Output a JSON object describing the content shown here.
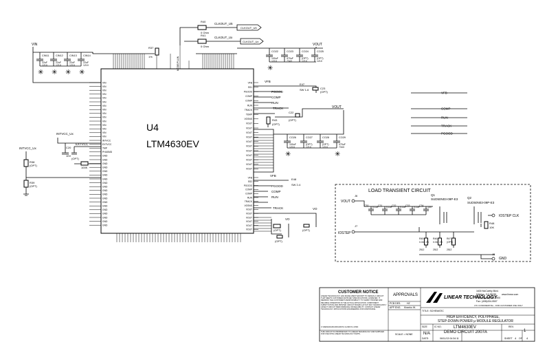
{
  "chip": {
    "ref": "U4",
    "part": "LTM4630EV",
    "left_pins": [
      "VIN",
      "VIN",
      "VIN",
      "VIN",
      "VIN",
      "VIN",
      "VIN",
      "VIN",
      "VIN",
      "VIN",
      "VIN",
      "VIN",
      "VIN",
      "VIN",
      "VIN",
      "INTVCC",
      "EXTVCC",
      "TMP",
      "PHASMD",
      "GND",
      "GND",
      "GND",
      "GND",
      "GND",
      "GND",
      "GND",
      "GND",
      "GND",
      "GND",
      "GND",
      "GND",
      "GND",
      "GND",
      "GND",
      "GND",
      "GND",
      "GND",
      "GND"
    ],
    "right_pins_top": [
      "VFB",
      "SS1",
      "PGOOD",
      "COMP",
      "COMP",
      "RUN",
      "TRACK",
      "TEMP",
      "VOSNS",
      "VOUT",
      "VOUT",
      "VOUT",
      "VOUT",
      "VOUT",
      "VOUT",
      "VOUT",
      "VOUT",
      "VOUT",
      "VOUT",
      "VOUT"
    ],
    "right_pins_bot": [
      "VFB",
      "SS2",
      "PGOOD",
      "COMP",
      "COMP",
      "RUN",
      "TRACK",
      "VOSNS",
      "VOUT",
      "VOUT",
      "VOUT",
      "VOUT",
      "VOUT",
      "VOUT"
    ],
    "top_label": "MODE/PLLIN"
  },
  "nets": {
    "vin": "VIN",
    "vout": "VOUT",
    "vfb": "VFB",
    "pgood": "PGOOD",
    "comp": "COMP",
    "run": "RUN",
    "track": "TRACK",
    "intvcc": "INTVCC_Ux",
    "extvcc": "EXTVCC",
    "clkout1": "CLKOUT_U5",
    "clkout2": "CLKOUT_Ux",
    "vo": "VO"
  },
  "components": {
    "cin": [
      {
        "ref": "CIN11",
        "val": "22uF",
        "pkg": "1210"
      },
      {
        "ref": "CIN12",
        "val": "22uF",
        "pkg": "1210"
      },
      {
        "ref": "CIN13",
        "val": "22uF",
        "pkg": "1210"
      },
      {
        "ref": "CIN14",
        "val": "22uF",
        "pkg": "1210"
      }
    ],
    "cout_top": [
      {
        "ref": "CO22",
        "val": "100uF",
        "pkg": "1210"
      },
      {
        "ref": "CO23",
        "val": "470uF",
        "pkg": "7343"
      },
      {
        "ref": "CO24",
        "val": "(OPT)",
        "pkg": "1210"
      },
      {
        "ref": "CO25",
        "val": "(OPT)",
        "pkg": "1210"
      }
    ],
    "cout_mid": [
      {
        "ref": "CO26",
        "val": "100uF",
        "pkg": "1210"
      },
      {
        "ref": "CO27",
        "val": "(OPT)",
        "pkg": "1210"
      },
      {
        "ref": "CO28",
        "val": "(OPT)",
        "pkg": "1210"
      },
      {
        "ref": "CO29",
        "val": "470uF",
        "pkg": "7343"
      }
    ],
    "r_clk1": {
      "ref": "R40",
      "val": "0 Ohm"
    },
    "r_clk2": {
      "ref": "R41",
      "val": "0 Ohm"
    },
    "r_top": {
      "ref": "R37",
      "val": "1%"
    },
    "r_left1": {
      "ref": "R38",
      "val": "(OPT)"
    },
    "r_left2": {
      "ref": "R39",
      "val": "(OPT)"
    },
    "r_extvcc": {
      "ref": "R42",
      "val": "100K"
    },
    "c_intvcc": {
      "ref": "C20",
      "val": "10V"
    },
    "c_extvcc": {
      "ref": "C21",
      "val": "(OPT)"
    },
    "r_ss1": {
      "ref": "R43",
      "val": "(OPT)"
    },
    "c_ss": {
      "ref": "C22",
      "val": "(OPT)"
    },
    "r_fb": {
      "ref": "R44",
      "val": "(OPT)"
    },
    "c_fb": {
      "ref": "C23",
      "val": "(OPT)"
    },
    "e_ss1": {
      "ref": "E47",
      "val": "SW 1-6"
    },
    "e_ss2": {
      "ref": "E48",
      "val": "SW 2-4"
    }
  },
  "right_nets": [
    "VFB",
    "COMP",
    "RUN",
    "TRACK",
    "PGOOD"
  ],
  "load": {
    "title": "LOAD TRANSIENT CIRCUIT",
    "vout": "VOUT",
    "iostep": "IOSTEP",
    "jin": "J6",
    "jout": "J7",
    "jgnd": "J8",
    "gnd": "GND",
    "clk": "IOSTEP CLK",
    "q1": "Q1",
    "q2": "Q2",
    "q_part": "SUD50N03-09P-E3",
    "caps": [
      {
        "ref": "C30",
        "val": "0.1uF"
      },
      {
        "ref": "C31",
        "val": "0.1uF"
      },
      {
        "ref": "C32",
        "val": "0.1uF"
      },
      {
        "ref": "C33",
        "val": "0.1uF"
      },
      {
        "ref": "C34",
        "val": "10V"
      }
    ],
    "resistors": [
      {
        "ref": "R45",
        "val": "0.010 1%",
        "pkg": "2512"
      },
      {
        "ref": "R46",
        "val": "0.010 1%",
        "pkg": "2512"
      },
      {
        "ref": "R47",
        "val": "(OPT)",
        "pkg": "2512"
      }
    ],
    "r_gate": {
      "ref": "R48",
      "val": "10K"
    }
  },
  "title_block": {
    "customer_notice": "CUSTOMER NOTICE",
    "notice_text": "LINEAR TECHNOLOGY HAS MADE A BEST EFFORT TO DESIGN A CIRCUIT THAT MEETS CUSTOMER-SUPPLIED SPECIFICATIONS; HOWEVER, IT REMAINS THE CUSTOMER'S RESPONSIBILITY TO VERIFY PROPER AND RELIABLE OPERATION IN THE ACTUAL APPLICATION. COMPONENT SUBSTITUTION AND PRINTED CIRCUIT BOARD LAYOUT MAY SIGNIFICANTLY AFFECT CIRCUIT PERFORMANCE OR RELIABILITY. CONTACT LINEAR TECHNOLOGY APPLICATIONS ENGINEERING FOR ASSISTANCE.",
    "notice_text2": "THIS CIRCUIT IS PROPRIETARY TO LINEAR TECHNOLOGY AND SUPPLIED FOR USE WITH LINEAR TECHNOLOGY PARTS.",
    "approvals": "APPROVALS",
    "pcb_des": "PCB DES.",
    "pcb_des_val": "HZ",
    "app_eng": "APP ENG.",
    "app_eng_val": "Kiranko W.",
    "scale": "SCALE = NONE",
    "company": "LINEAR TECHNOLOGY",
    "address1": "1630 McCarthy Blvd.",
    "address2": "Milpitas, CA 95035",
    "phone": "Phone: (408)432-1900",
    "fax": "Fax: (408)434-0507",
    "web": "www.linear.com",
    "confidential": "LTC CONFIDENTIAL - FOR CUSTOMER USE ONLY",
    "title_label": "TITLE: SCHEMATIC",
    "title1": "HIGH EFFICIENCY, POLYPHASE,",
    "title2": "STEP-DOWN POWER  μ MODULE REGULATOR",
    "size_label": "SIZE",
    "size_val": "N/A",
    "ic_label": "IC NO.",
    "ic_val": "LTM4630EV",
    "demo": "DEMO CIRCUIT 2007A",
    "rev_label": "REV.",
    "rev_val": "1",
    "date_label": "DATE:",
    "date_val": "06/11/13 04:34:11",
    "sheet_label": "SHEET",
    "sheet_val": "4",
    "of_label": "OF",
    "of_val": "4",
    "file": "C:\\DESIGN\\2013\\DC2007A 3-2007A 1.DSN"
  }
}
